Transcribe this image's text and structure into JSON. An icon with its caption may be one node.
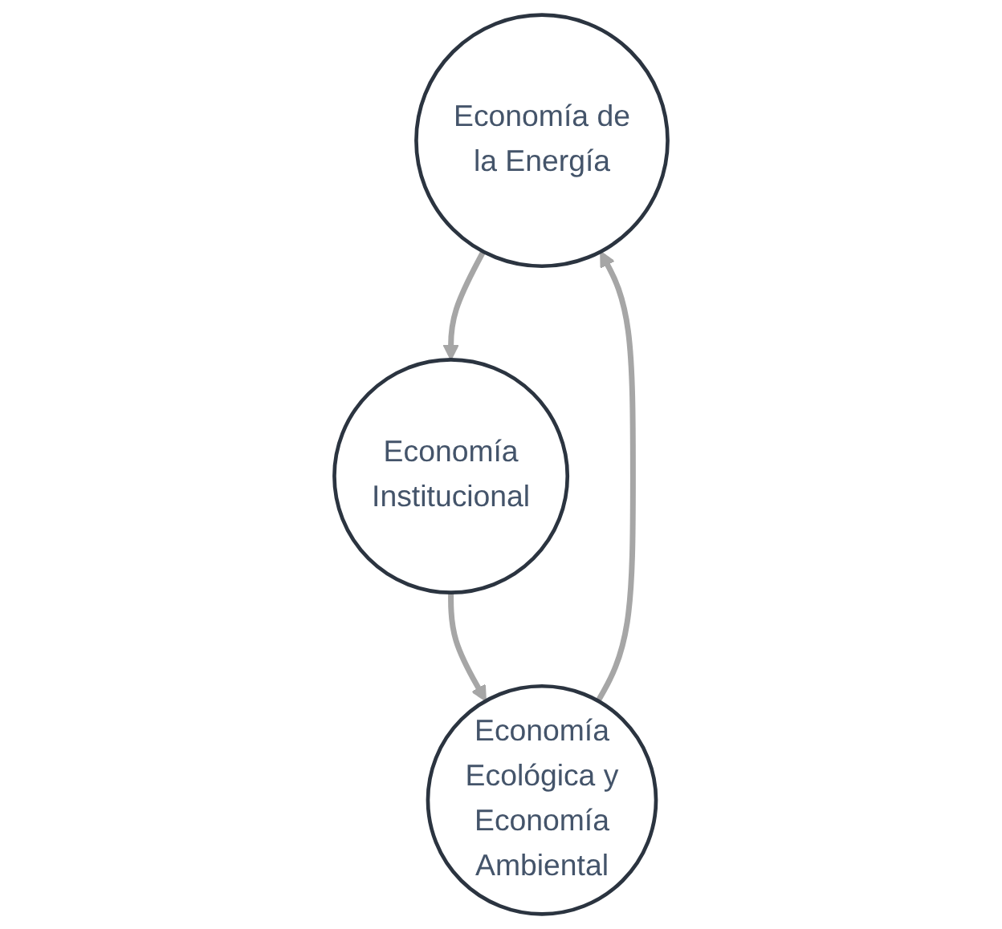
{
  "diagram": {
    "nodes": [
      {
        "text": [
          "Economía de la Energía"
        ]
      },
      {
        "text": [
          "Economía Institucional"
        ]
      },
      {
        "text": [
          "Economía Ecológica y Economía Ambiental"
        ]
      }
    ],
    "edges": [
      {
        "from": 0,
        "to": 1,
        "arrow": "to"
      },
      {
        "from": 1,
        "to": 2,
        "arrow": "to"
      },
      {
        "from": 2,
        "to": 0,
        "arrow": "to"
      }
    ]
  }
}
